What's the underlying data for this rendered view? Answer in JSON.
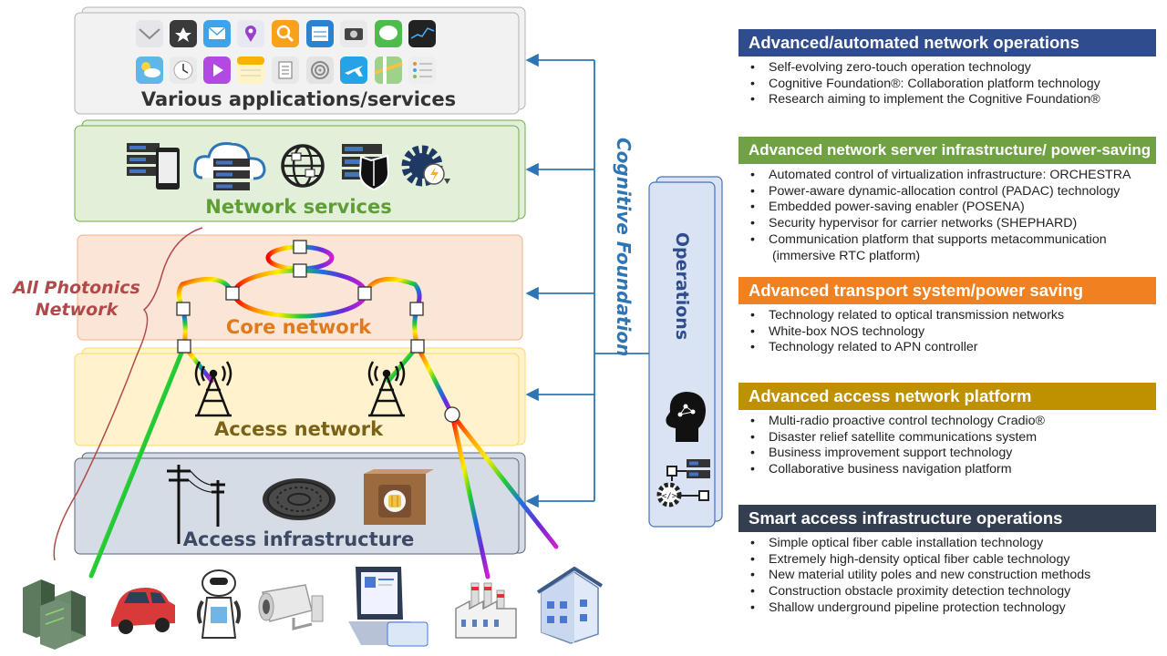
{
  "layers": [
    {
      "id": "apps",
      "label": "Various applications/services",
      "color": "#333333"
    },
    {
      "id": "network_services",
      "label": "Network services",
      "color": "#5f9e35"
    },
    {
      "id": "core",
      "label": "Core network",
      "color": "#e07a1f"
    },
    {
      "id": "access_net",
      "label": "Access network",
      "color": "#7a6318"
    },
    {
      "id": "access_infra",
      "label": "Access infrastructure",
      "color": "#3d4a63"
    }
  ],
  "apn_label_lines": [
    "All Photonics",
    "Network"
  ],
  "cognitive_foundation_label": "Cognitive Foundation",
  "operations_label": "Operations",
  "sections": [
    {
      "title": "Advanced/automated network operations",
      "color": "#2e4c8e",
      "items": [
        "Self-evolving zero-touch operation technology",
        "Cognitive Foundation®: Collaboration platform technology",
        "Research aiming to implement the Cognitive Foundation®"
      ]
    },
    {
      "title": "Advanced network server infrastructure/ power-saving",
      "color": "#70a244",
      "items": [
        "Automated control of virtualization infrastructure: ORCHESTRA",
        "Power-aware dynamic-allocation control (PADAC) technology",
        "Embedded power-saving enabler (POSENA)",
        "Security hypervisor for carrier networks (SHEPHARD)",
        "Communication platform that supports metacommunication"
      ],
      "continuation": "(immersive RTC platform)"
    },
    {
      "title": "Advanced transport system/power saving",
      "color": "#f08020",
      "items": [
        "Technology related to optical transmission networks",
        "White-box NOS technology",
        "Technology related to APN controller"
      ]
    },
    {
      "title": "Advanced access network platform",
      "color": "#bf9000",
      "items": [
        "Multi-radio proactive control technology Cradio®",
        "Disaster relief satellite communications system",
        "Business improvement support technology",
        "Collaborative business navigation platform"
      ]
    },
    {
      "title": "Smart access infrastructure operations",
      "color": "#333f50",
      "items": [
        "Simple optical fiber cable installation technology",
        "Extremely high-density optical fiber cable technology",
        "New material utility poles and new construction methods",
        "Construction obstacle proximity detection technology",
        "Shallow underground pipeline protection technology"
      ]
    }
  ],
  "icons": {
    "apps": [
      "mail-icon",
      "clapperboard-icon",
      "envelope-icon",
      "map-pin-icon",
      "search-icon",
      "calculator-icon",
      "camera-icon",
      "chat-icon",
      "stock-chart-icon",
      "weather-icon",
      "clock-icon",
      "video-play-icon",
      "notes-icon",
      "document-icon",
      "radar-icon",
      "airplane-icon",
      "maps-icon",
      "list-icon"
    ],
    "network_services": [
      "server-phone-icon",
      "cloud-server-icon",
      "globe-network-icon",
      "server-shield-icon",
      "gear-power-icon"
    ],
    "access_infra": [
      "utility-pole-icon",
      "manhole-icon",
      "cable-box-icon"
    ],
    "endpoints": [
      "data-center-icon",
      "car-icon",
      "robot-icon",
      "security-camera-icon",
      "laptop-icon",
      "factory-icon",
      "building-icon"
    ],
    "operations": [
      "ai-head-icon",
      "server-automation-icon"
    ]
  }
}
